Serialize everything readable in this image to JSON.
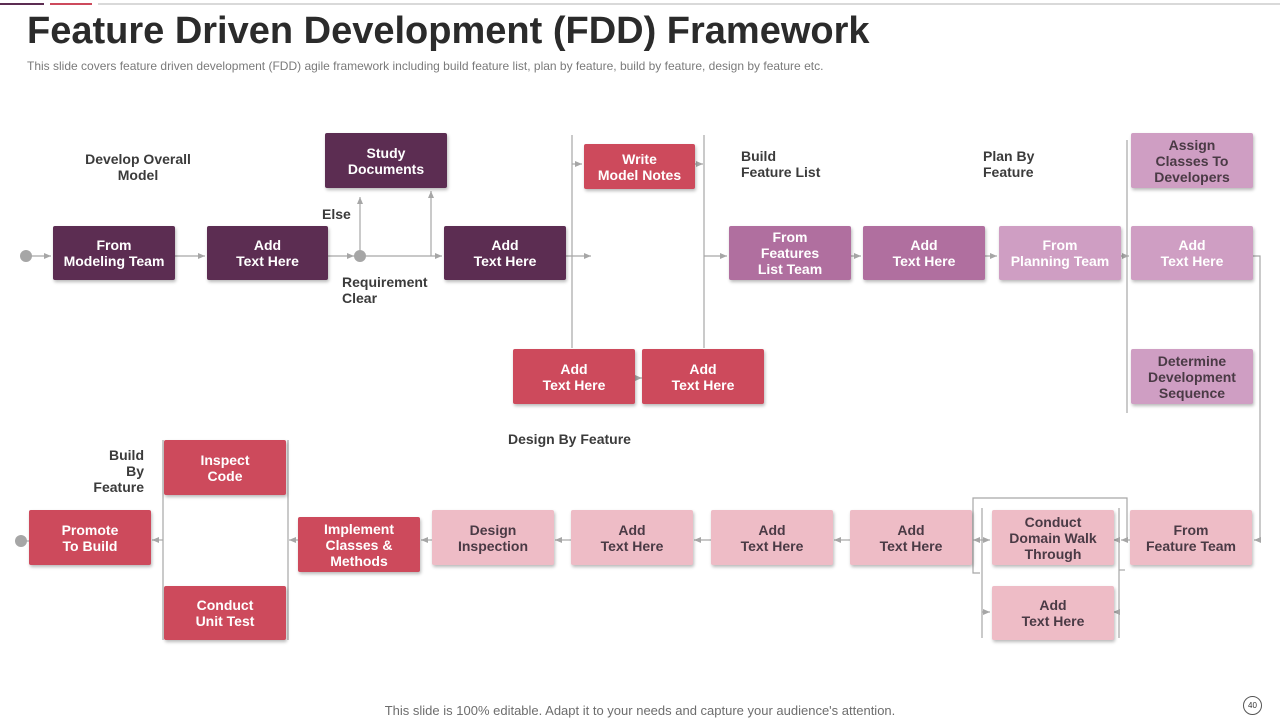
{
  "theme": {
    "dark": "#5c2d52",
    "red": "#cd4a5c",
    "mauve": "#b06f9f",
    "light_mauve": "#cf9ec3",
    "pink": "#eebcc6",
    "line": "#a6a6a6"
  },
  "header": {
    "title": "Feature Driven Development (FDD) Framework",
    "subtitle": "This slide covers feature driven development (FDD) agile framework including build feature list, plan by feature, build by feature, design by feature etc."
  },
  "labels": {
    "develop_overall_model": "Develop Overall\nModel",
    "else": "Else",
    "requirement_clear": "Requirement\nClear",
    "build_feature_list": "Build\nFeature List",
    "plan_by_feature": "Plan By\nFeature",
    "design_by_feature": "Design By Feature",
    "build_by_feature": "Build By\nFeature"
  },
  "boxes": {
    "from_modeling_team": "From\nModeling Team",
    "add_text_1": "Add\nText Here",
    "study_documents": "Study\nDocuments",
    "add_text_2": "Add\nText Here",
    "write_model_notes": "Write\nModel Notes",
    "add_text_3": "Add\nText Here",
    "add_text_4": "Add\nText Here",
    "from_features_list_team": "From\nFeatures\nList Team",
    "add_text_5": "Add\nText Here",
    "from_planning_team": "From\nPlanning Team",
    "assign_classes": "Assign\nClasses  To\nDevelopers",
    "add_text_6": "Add\nText Here",
    "determine_sequence": "Determine\nDevelopment\nSequence",
    "inspect_code": "Inspect\nCode",
    "promote_to_build": "Promote\nTo Build",
    "conduct_unit_test": "Conduct\nUnit Test",
    "implement_classes": "Implement\nClasses  &\nMethods",
    "design_inspection": "Design\nInspection",
    "add_text_7": "Add\nText Here",
    "add_text_8": "Add\nText Here",
    "add_text_9": "Add\nText Here",
    "conduct_domain_walk": "Conduct\nDomain Walk\nThrough",
    "from_feature_team": "From\nFeature Team",
    "add_text_10": "Add\nText Here"
  },
  "footer": {
    "text": "This slide is 100% editable. Adapt it to your needs and capture your audience's attention.",
    "page_number": "40"
  }
}
